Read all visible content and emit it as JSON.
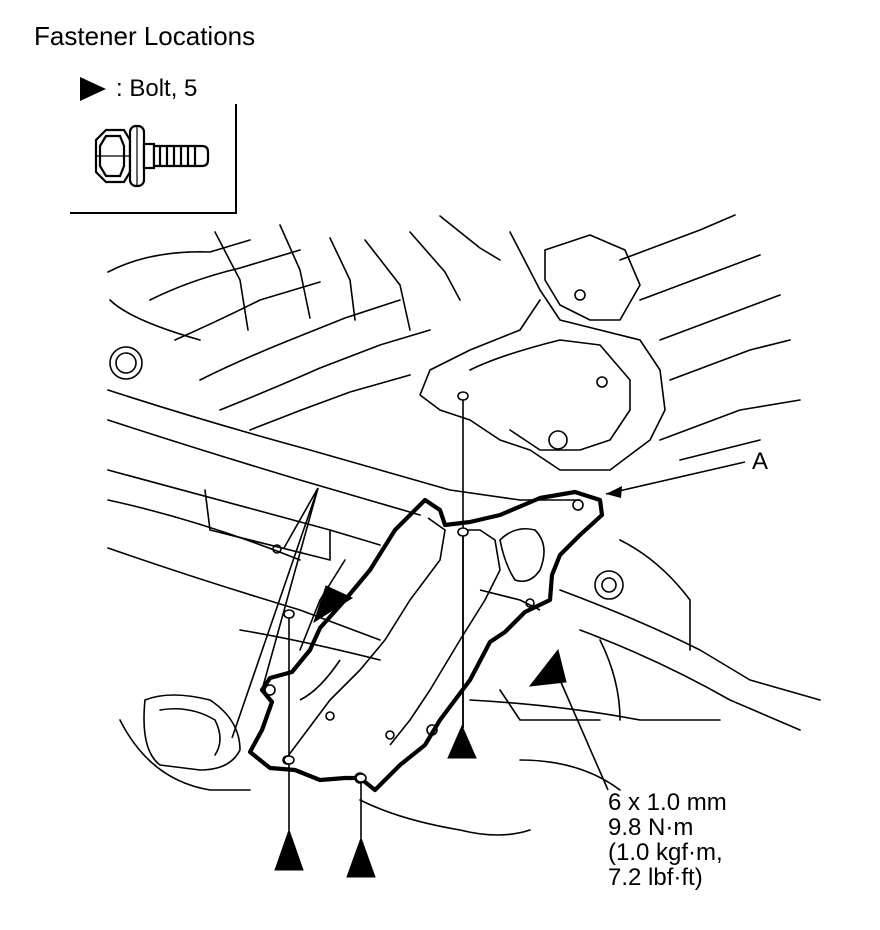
{
  "title": "Fastener Locations",
  "legend": {
    "symbol_icon": "filled-triangle-pointer-icon",
    "label": ": Bolt, 5"
  },
  "callout_a": "A",
  "spec": {
    "size": "6 x 1.0 mm",
    "torque_nm": "9.8 N·m",
    "torque_kgf": "(1.0 kgf·m,",
    "torque_lbf": "7.2 lbf·ft)"
  }
}
